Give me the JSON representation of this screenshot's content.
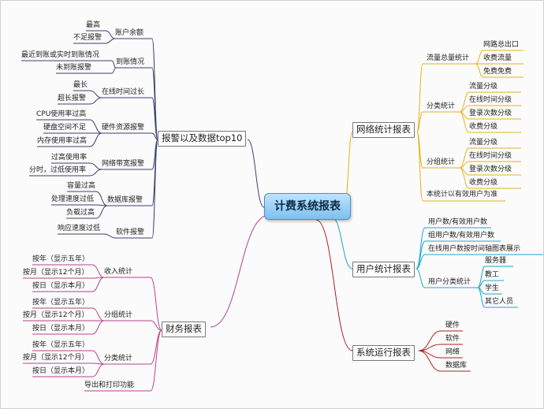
{
  "root": "计费系统报表",
  "colors": {
    "alarm": "#3c3f6e",
    "finance": "#b9428e",
    "network": "#e7b21a",
    "user": "#1aa7d6",
    "system": "#b01e1e",
    "root_fill": "#8ccaf2"
  },
  "alarm": {
    "label": "报警以及数据top10",
    "groups": [
      {
        "label": "账户余额",
        "items": [
          "最高",
          "不足报警"
        ]
      },
      {
        "label": "到账情况",
        "items": [
          "最近到账或实时到账情况",
          "未到账报警"
        ]
      },
      {
        "label": "在线时间过长",
        "items": [
          "最长",
          "超长报警"
        ]
      },
      {
        "label": "硬件资源报警",
        "items": [
          "CPU使用率过高",
          "硬盘空间不足",
          "内存使用率过高"
        ]
      },
      {
        "label": "网络带宽报警",
        "items": [
          "过高使用率",
          "分时，过低使用率"
        ]
      },
      {
        "label": "数据库报警",
        "items": [
          "容量过高",
          "处理速度过低",
          "负载过高"
        ]
      },
      {
        "label": "软件报警",
        "items": [
          "响应速度过低"
        ]
      }
    ]
  },
  "finance": {
    "label": "财务报表",
    "groups": [
      {
        "label": "收入统计",
        "items": [
          "按年（显示五年）",
          "按月（显示12个月）",
          "按日（显示本月）"
        ]
      },
      {
        "label": "分组统计",
        "items": [
          "按年（显示五年）",
          "按月（显示12个月）",
          "按日（显示本月）"
        ]
      },
      {
        "label": "分类统计",
        "items": [
          "按年（显示五年）",
          "按月（显示12个月）",
          "按日（显示本月）"
        ]
      }
    ],
    "extra": "导出和打印功能"
  },
  "network": {
    "label": "网络统计报表",
    "groups": [
      {
        "label": "流量总量统计",
        "items": [
          "网路总出口",
          "收费流量",
          "免费免费"
        ]
      },
      {
        "label": "分类统计",
        "items": [
          "流量分级",
          "在线时间分级",
          "登录次数分级",
          "收费分级"
        ]
      },
      {
        "label": "分组统计",
        "items": [
          "流量分级",
          "在线时间分级",
          "登录次数分级",
          "收费分级"
        ]
      }
    ],
    "note": "本统计以有效用户为准"
  },
  "user": {
    "label": "用户统计报表",
    "lines": [
      "用户数/有效用户数",
      "组用户数/有效用户数",
      "在线用户数按时间轴图表展示"
    ],
    "group": {
      "label": "用户分类统计",
      "items": [
        "服务器",
        "教工",
        "学生",
        "其它人员"
      ]
    }
  },
  "system": {
    "label": "系统运行报表",
    "items": [
      "硬件",
      "软件",
      "网络",
      "数据库"
    ]
  }
}
